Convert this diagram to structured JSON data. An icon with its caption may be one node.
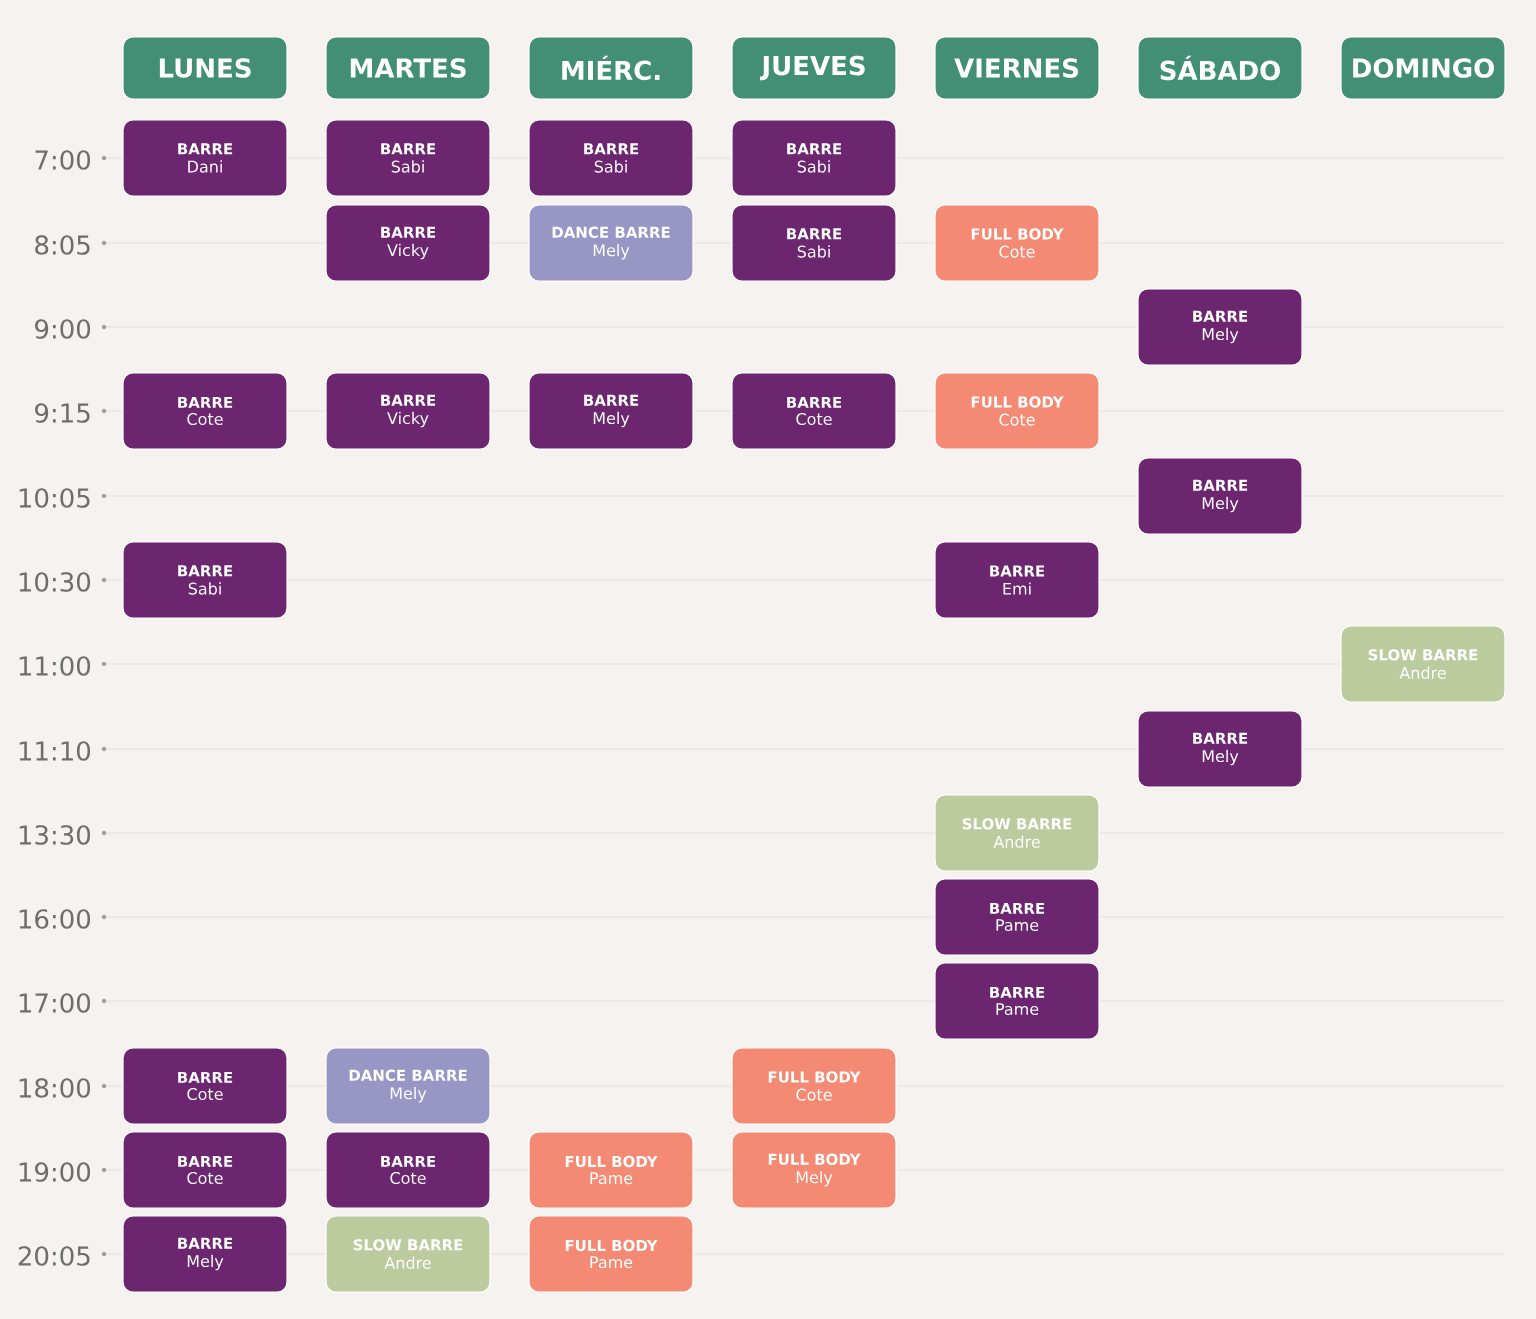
{
  "diagram": {
    "nodes": [
      {
        "text": [
          "LUNES"
        ]
      },
      {
        "text": [
          "MARTES"
        ]
      },
      {
        "text": [
          "MIÉRC."
        ]
      },
      {
        "text": [
          "JUEVES"
        ]
      },
      {
        "text": [
          "VIERNES"
        ]
      },
      {
        "text": [
          "SÁBADO"
        ]
      },
      {
        "text": [
          "DOMINGO"
        ]
      },
      {
        "text": [
          "BARRE",
          "Dani"
        ]
      },
      {
        "text": [
          "BARRE",
          "Sabi"
        ]
      },
      {
        "text": [
          "BARRE",
          "Sabi"
        ]
      },
      {
        "text": [
          "BARRE",
          "Sabi"
        ]
      },
      {
        "text": [
          "BARRE",
          "Vicky"
        ]
      },
      {
        "text": [
          "DANCE BARRE",
          "Mely"
        ]
      },
      {
        "text": [
          "BARRE",
          "Sabi"
        ]
      },
      {
        "text": [
          "FULL BODY",
          "Cote"
        ]
      },
      {
        "text": [
          "BARRE",
          "Mely"
        ]
      },
      {
        "text": [
          "BARRE",
          "Cote"
        ]
      },
      {
        "text": [
          "BARRE",
          "Vicky"
        ]
      },
      {
        "text": [
          "BARRE",
          "Mely"
        ]
      },
      {
        "text": [
          "BARRE",
          "Cote"
        ]
      },
      {
        "text": [
          "FULL BODY",
          "Cote"
        ]
      },
      {
        "text": [
          "BARRE",
          "Mely"
        ]
      },
      {
        "text": [
          "BARRE",
          "Sabi"
        ]
      },
      {
        "text": [
          "BARRE",
          "Emi"
        ]
      },
      {
        "text": [
          "SLOW BARRE",
          "Andre"
        ]
      },
      {
        "text": [
          "BARRE",
          "Mely"
        ]
      },
      {
        "text": [
          "SLOW BARRE",
          "Andre"
        ]
      },
      {
        "text": [
          "BARRE",
          "Pame"
        ]
      },
      {
        "text": [
          "BARRE",
          "Pame"
        ]
      },
      {
        "text": [
          "BARRE",
          "Cote"
        ]
      },
      {
        "text": [
          "DANCE BARRE",
          "Mely"
        ]
      },
      {
        "text": [
          "FULL BODY",
          "Cote"
        ]
      },
      {
        "text": [
          "BARRE",
          "Cote"
        ]
      },
      {
        "text": [
          "BARRE",
          "Cote"
        ]
      },
      {
        "text": [
          "FULL BODY",
          "Pame"
        ]
      },
      {
        "text": [
          "FULL BODY",
          "Mely"
        ]
      },
      {
        "text": [
          "BARRE",
          "Mely"
        ]
      },
      {
        "text": [
          "SLOW BARRE",
          "Andre"
        ]
      },
      {
        "text": [
          "FULL BODY",
          "Pame"
        ]
      }
    ],
    "labels": [
      "7:00",
      "8:05",
      "9:00",
      "9:15",
      "10:05",
      "10:30",
      "11:00",
      "11:10",
      "13:30",
      "16:00",
      "17:00",
      "18:00",
      "19:00",
      "20:05"
    ]
  }
}
